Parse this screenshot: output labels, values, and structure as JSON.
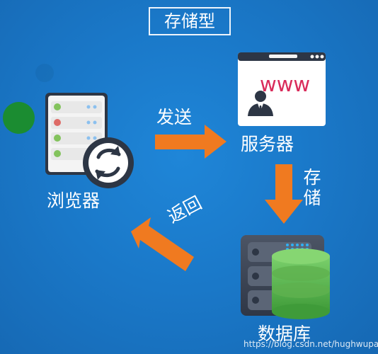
{
  "title": "存储型",
  "labels": {
    "send": "发送",
    "return": "返回",
    "browser": "浏览器",
    "server": "服务器",
    "store": "存储",
    "database": "数据库"
  },
  "server_window": {
    "url_text": "www"
  },
  "watermark": "https://blog.csdn.net/hughwupan",
  "colors": {
    "background": "#1a78c8",
    "arrow": "#f07a20",
    "green": "#1b8c31",
    "server_text": "#d92b5a",
    "db_green": "#59b54b"
  }
}
